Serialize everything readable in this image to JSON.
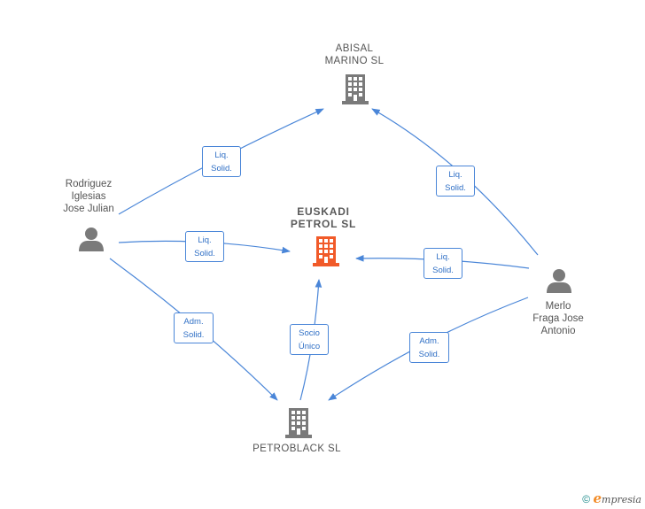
{
  "nodes": {
    "abisal": {
      "label": "ABISAL\nMARINO  SL",
      "type": "company",
      "color": "#7a7a7a"
    },
    "euskadi": {
      "label": "EUSKADI\nPETROL  SL",
      "type": "company-main",
      "color": "#f15a29"
    },
    "petroblack": {
      "label": "PETROBLACK SL",
      "type": "company",
      "color": "#7a7a7a"
    },
    "rodriguez": {
      "label": "Rodriguez\nIglesias\nJose Julian",
      "type": "person",
      "color": "#7a7a7a"
    },
    "merlo": {
      "label": "Merlo\nFraga Jose\nAntonio",
      "type": "person",
      "color": "#7a7a7a"
    }
  },
  "edges": [
    {
      "id": "rod-abisal",
      "label": "Liq.\nSolid."
    },
    {
      "id": "rod-euskadi",
      "label": "Liq.\nSolid."
    },
    {
      "id": "rod-petroblack",
      "label": "Adm.\nSolid."
    },
    {
      "id": "merlo-abisal",
      "label": "Liq.\nSolid."
    },
    {
      "id": "merlo-euskadi",
      "label": "Liq.\nSolid."
    },
    {
      "id": "merlo-petroblack",
      "label": "Adm.\nSolid."
    },
    {
      "id": "petroblack-euskadi",
      "label": "Socio\nÚnico"
    }
  ],
  "colors": {
    "edge": "#4a86d8"
  },
  "footer": {
    "copyright": "©",
    "brand_e": "e",
    "brand_rest": "mpresia"
  }
}
